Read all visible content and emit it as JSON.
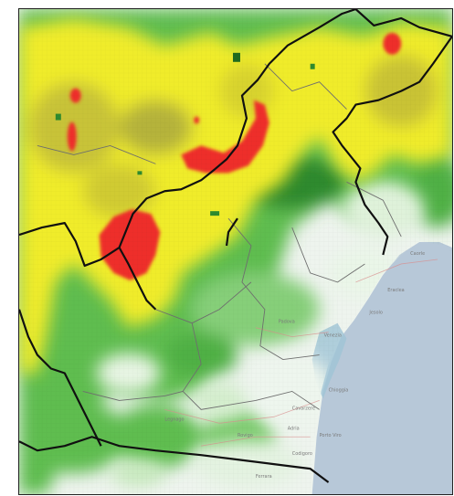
{
  "map": {
    "type": "weather-precipitation-radar",
    "base_layer": "street-map",
    "colors": {
      "sea": "#b7c8d8",
      "land": "#eef4ee",
      "green_light": "#bfe7b4",
      "green": "#5fbd4f",
      "green_dark": "#2f8a2e",
      "yellow": "#f0ec2a",
      "olive": "#b5b33a",
      "red": "#ee2f2b",
      "border": "#101010",
      "province": "#7d7d7d"
    },
    "place_labels": [
      "Venezia",
      "Chioggia",
      "Padova",
      "Legnago",
      "Rovigo",
      "Adria",
      "Ferrara",
      "Caorle",
      "Eraclea",
      "Jesolo",
      "Cavarzere",
      "Porto Viro",
      "Codigoro"
    ]
  }
}
